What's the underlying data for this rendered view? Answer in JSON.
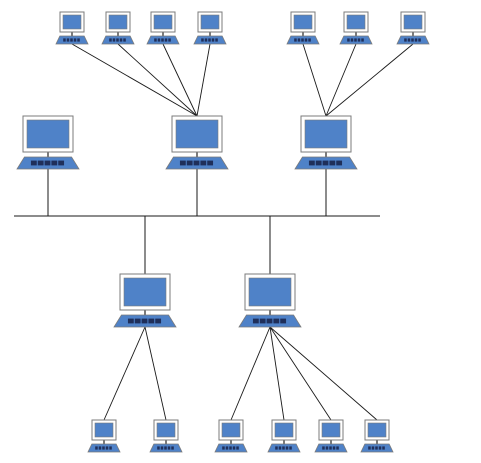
{
  "diagram": {
    "type": "network-topology",
    "description_visible_text": "",
    "colors": {
      "background": "#ffffff",
      "line": "#1a1a1a",
      "screen_fill": "#4f82c8",
      "screen_border": "#7b7b7b",
      "screen_frame": "#ffffff",
      "keyboard_key": "#1f2f5a"
    },
    "icons": {
      "computer": "computer-icon"
    },
    "nodes": [
      {
        "id": "top-left-1",
        "icon": "computer-icon",
        "role": "client"
      },
      {
        "id": "top-left-2",
        "icon": "computer-icon",
        "role": "client"
      },
      {
        "id": "top-left-3",
        "icon": "computer-icon",
        "role": "client"
      },
      {
        "id": "top-left-4",
        "icon": "computer-icon",
        "role": "client"
      },
      {
        "id": "top-right-1",
        "icon": "computer-icon",
        "role": "client"
      },
      {
        "id": "top-right-2",
        "icon": "computer-icon",
        "role": "client"
      },
      {
        "id": "top-right-3",
        "icon": "computer-icon",
        "role": "client"
      },
      {
        "id": "mid-left",
        "icon": "computer-icon",
        "role": "host"
      },
      {
        "id": "mid-center",
        "icon": "computer-icon",
        "role": "hub"
      },
      {
        "id": "mid-right",
        "icon": "computer-icon",
        "role": "hub"
      },
      {
        "id": "low-left",
        "icon": "computer-icon",
        "role": "hub"
      },
      {
        "id": "low-right",
        "icon": "computer-icon",
        "role": "hub"
      },
      {
        "id": "bottom-1",
        "icon": "computer-icon",
        "role": "client"
      },
      {
        "id": "bottom-2",
        "icon": "computer-icon",
        "role": "client"
      },
      {
        "id": "bottom-3",
        "icon": "computer-icon",
        "role": "client"
      },
      {
        "id": "bottom-4",
        "icon": "computer-icon",
        "role": "client"
      },
      {
        "id": "bottom-5",
        "icon": "computer-icon",
        "role": "client"
      },
      {
        "id": "bottom-6",
        "icon": "computer-icon",
        "role": "client"
      }
    ],
    "bus": {
      "id": "backbone",
      "connects": [
        "mid-left",
        "mid-center",
        "mid-right",
        "low-left",
        "low-right"
      ]
    },
    "edges": [
      {
        "from": "top-left-1",
        "to": "mid-center"
      },
      {
        "from": "top-left-2",
        "to": "mid-center"
      },
      {
        "from": "top-left-3",
        "to": "mid-center"
      },
      {
        "from": "top-left-4",
        "to": "mid-center"
      },
      {
        "from": "top-right-1",
        "to": "mid-right"
      },
      {
        "from": "top-right-2",
        "to": "mid-right"
      },
      {
        "from": "top-right-3",
        "to": "mid-right"
      },
      {
        "from": "low-left",
        "to": "bottom-1"
      },
      {
        "from": "low-left",
        "to": "bottom-2"
      },
      {
        "from": "low-right",
        "to": "bottom-3"
      },
      {
        "from": "low-right",
        "to": "bottom-4"
      },
      {
        "from": "low-right",
        "to": "bottom-5"
      },
      {
        "from": "low-right",
        "to": "bottom-6"
      }
    ]
  }
}
